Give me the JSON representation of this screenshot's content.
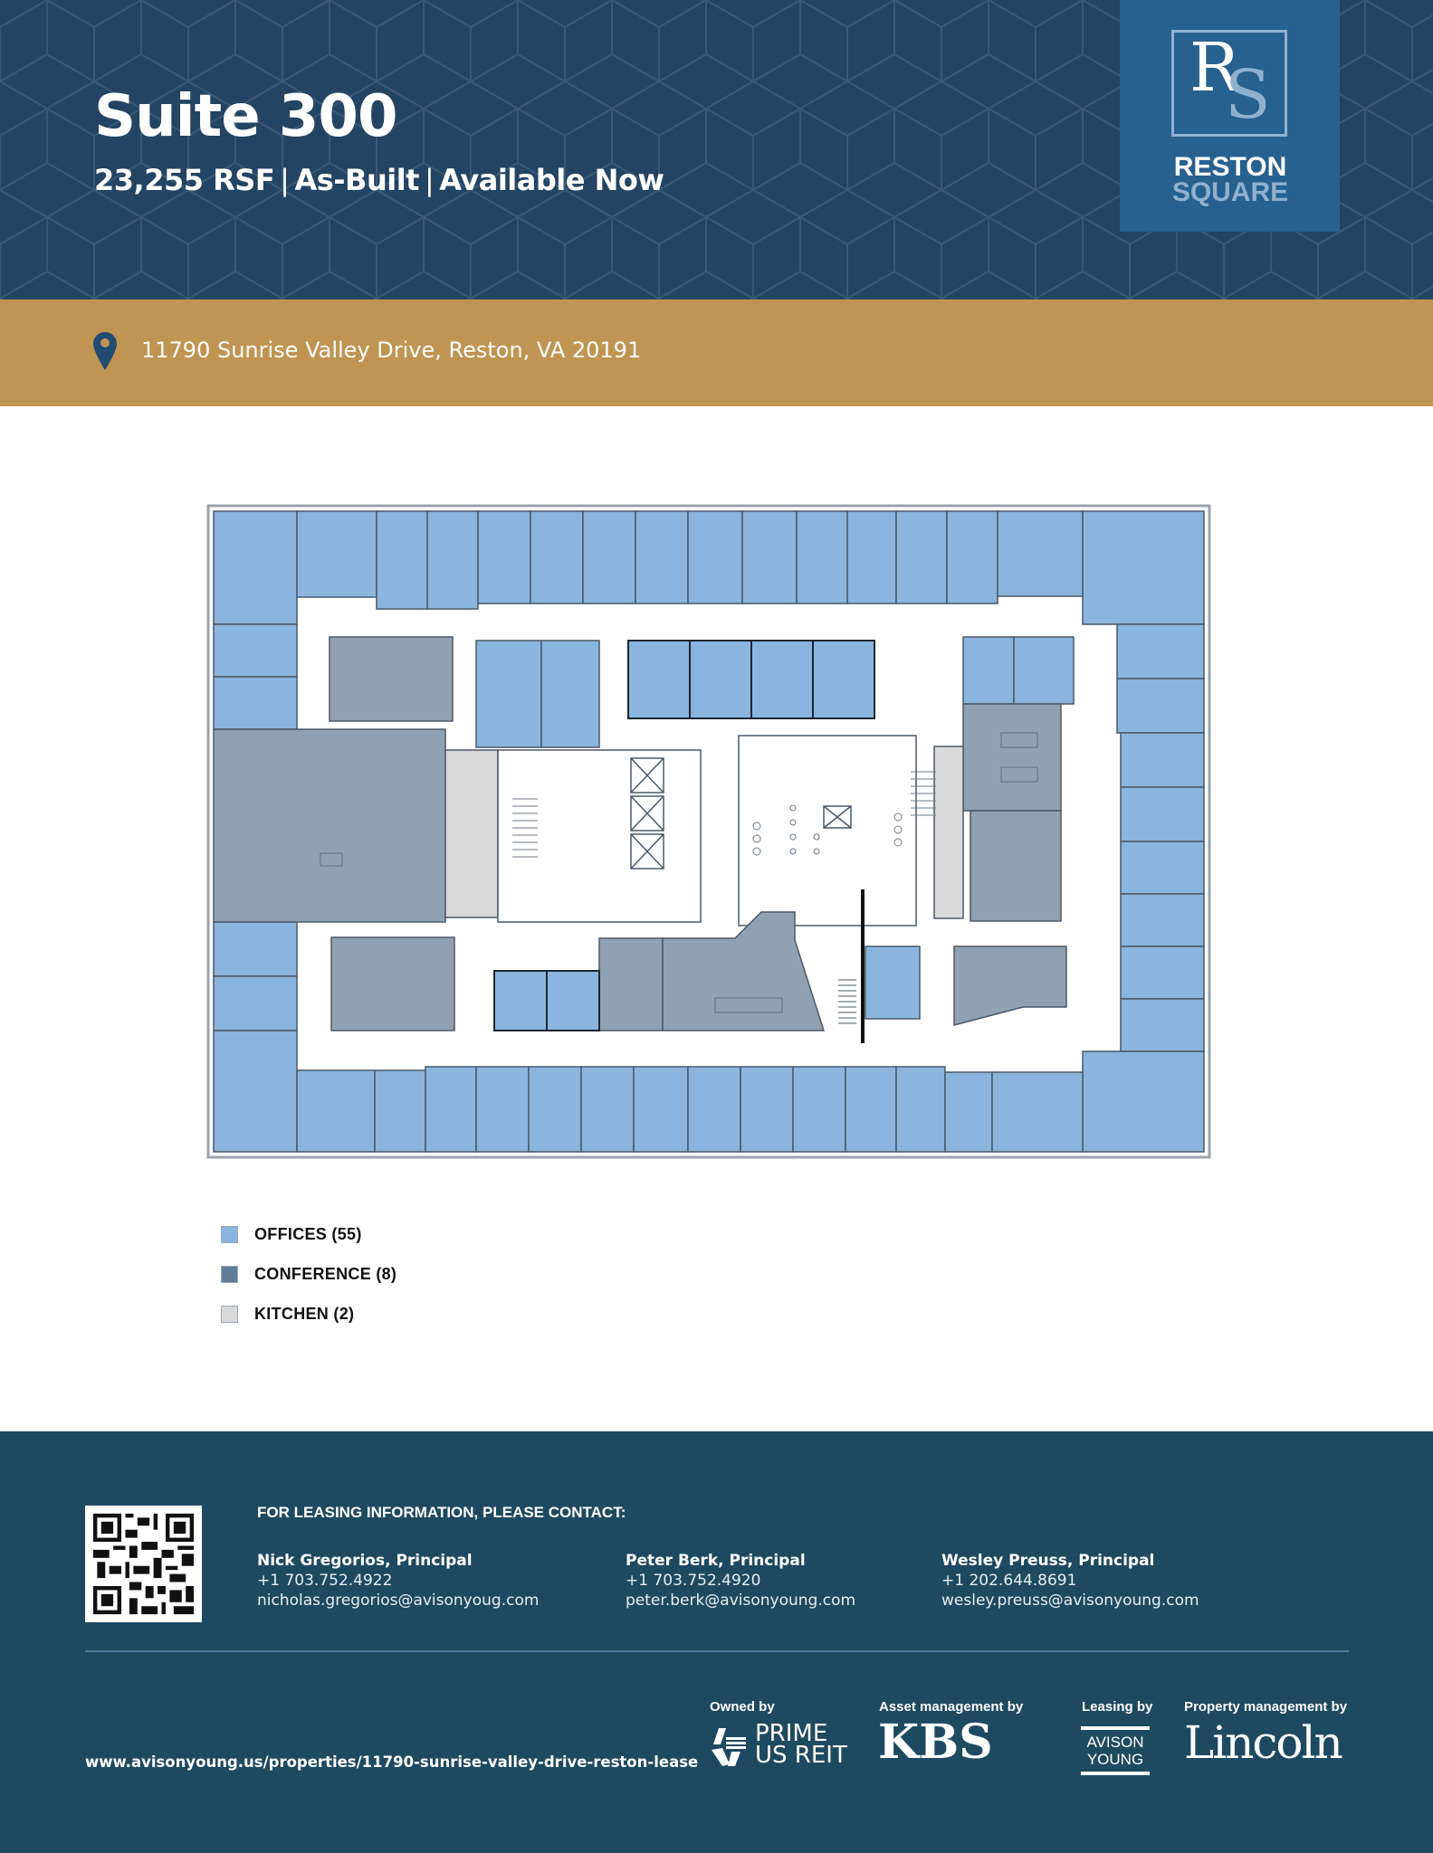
{
  "header": {
    "title": "Suite 300",
    "subtitle": {
      "size": "23,255 RSF",
      "condition": "As-Built",
      "availability": "Available Now",
      "separator": "|"
    },
    "logo": {
      "monogram_r": "R",
      "monogram_s": "S",
      "name_line1": "RESTON",
      "name_line2": "SQUARE"
    }
  },
  "address_bar": {
    "icon": "map-pin-icon",
    "address": "11790 Sunrise Valley Drive, Reston, VA 20191"
  },
  "floor_plan": {
    "colors": {
      "office": "#8ab5de",
      "conference": "#90a2b1",
      "kitchen": "#d9d9d9",
      "wall": "#4a5868"
    }
  },
  "legend": {
    "items": [
      {
        "label": "OFFICES",
        "count": "(55)",
        "color": "#8ab5de"
      },
      {
        "label": "CONFERENCE",
        "count": "(8)",
        "color": "#5f7d98"
      },
      {
        "label": "KITCHEN",
        "count": "(2)",
        "color": "#d9d9d9"
      }
    ]
  },
  "footer": {
    "contact_heading": "FOR LEASING INFORMATION, PLEASE CONTACT:",
    "contacts": [
      {
        "name": "Nick Gregorios, Principal",
        "phone": "+1 703.752.4922",
        "email": "nicholas.gregorios@avisonyoug.com"
      },
      {
        "name": "Peter Berk, Principal",
        "phone": "+1 703.752.4920",
        "email": "peter.berk@avisonyoung.com"
      },
      {
        "name": "Wesley Preuss, Principal",
        "phone": "+1 202.644.8691",
        "email": "wesley.preuss@avisonyoung.com"
      }
    ],
    "url": "www.avisonyoung.us/properties/11790-sunrise-valley-drive-reston-lease",
    "credits": [
      {
        "label": "Owned by",
        "brand_line1": "PRIME",
        "brand_line2": "US REIT"
      },
      {
        "label": "Asset management by",
        "brand": "KBS"
      },
      {
        "label": "Leasing by",
        "brand_line1": "AVISON",
        "brand_line2": "YOUNG"
      },
      {
        "label": "Property management by",
        "brand": "Lincoln"
      }
    ]
  }
}
